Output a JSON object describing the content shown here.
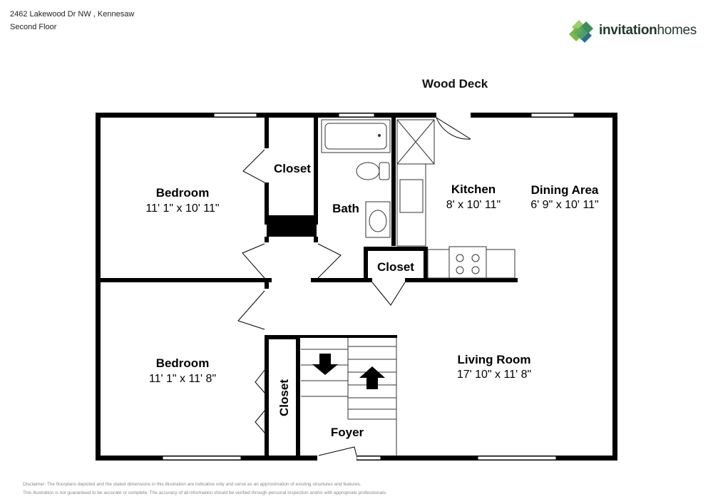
{
  "header": {
    "address": "2462 Lakewood Dr NW , Kennesaw",
    "floor": "Second Floor"
  },
  "logo": {
    "bold": "invitation",
    "light": "homes",
    "icon": "diamond-cluster-logo-icon",
    "colors": [
      "#7ab648",
      "#3a8f5a",
      "#2d6e8a",
      "#9ccf6a"
    ]
  },
  "outside": {
    "deck": "Wood Deck"
  },
  "rooms": {
    "bedroom1": {
      "name": "Bedroom",
      "dims": "11' 1\" x 10' 11\""
    },
    "closet1": {
      "name": "Closet"
    },
    "bath": {
      "name": "Bath"
    },
    "kitchen": {
      "name": "Kitchen",
      "dims": "8' x 10' 11\""
    },
    "dining": {
      "name": "Dining Area",
      "dims": "6' 9\" x 10' 11\""
    },
    "closet2": {
      "name": "Closet"
    },
    "bedroom2": {
      "name": "Bedroom",
      "dims": "11' 1\" x 11' 8\""
    },
    "closet3": {
      "name": "Closet"
    },
    "living": {
      "name": "Living Room",
      "dims": "17' 10\" x 11' 8\""
    },
    "foyer": {
      "name": "Foyer"
    }
  },
  "disclaimer": {
    "line1": "Disclaimer: The floorplans depicted and the stated dimensions in this illustration are indicative only and serve as an approximation of existing structures and features.",
    "line2": "This illustration is not guaranteed to be accurate or complete. The accuracy of all information should be verified through personal inspection and/or with appropriate professionals."
  }
}
